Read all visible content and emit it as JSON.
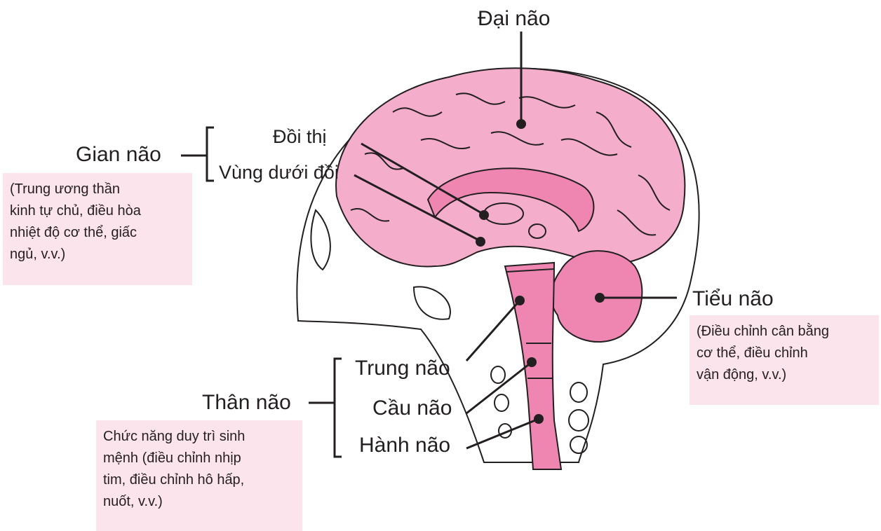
{
  "labels": {
    "cerebrum": "Đại não",
    "diencephalon": "Gian não",
    "thalamus": "Đồi thị",
    "hypothalamus": "Vùng dưới đồi",
    "cerebellum": "Tiểu não",
    "brainstem": "Thân não",
    "midbrain": "Trung não",
    "pons": "Cầu não",
    "medulla": "Hành não"
  },
  "notes": {
    "diencephalon": [
      "(Trung ương thần",
      "kinh tự chủ, điều hòa",
      "nhiệt độ cơ thể, giấc",
      "ngủ, v.v.)"
    ],
    "cerebellum": [
      "(Điều chỉnh cân bằng",
      "cơ thể, điều chỉnh",
      "vận động, v.v.)"
    ],
    "brainstem": [
      "Chức năng duy trì sinh",
      "mệnh (điều chỉnh nhịp",
      "tim, điều chỉnh hô hấp,",
      "nuốt, v.v.)"
    ]
  },
  "colors": {
    "brain_fill": "#f4aecb",
    "brain_dark": "#ee86b1",
    "outline": "#231f20",
    "note_bg": "#fce4ec"
  }
}
